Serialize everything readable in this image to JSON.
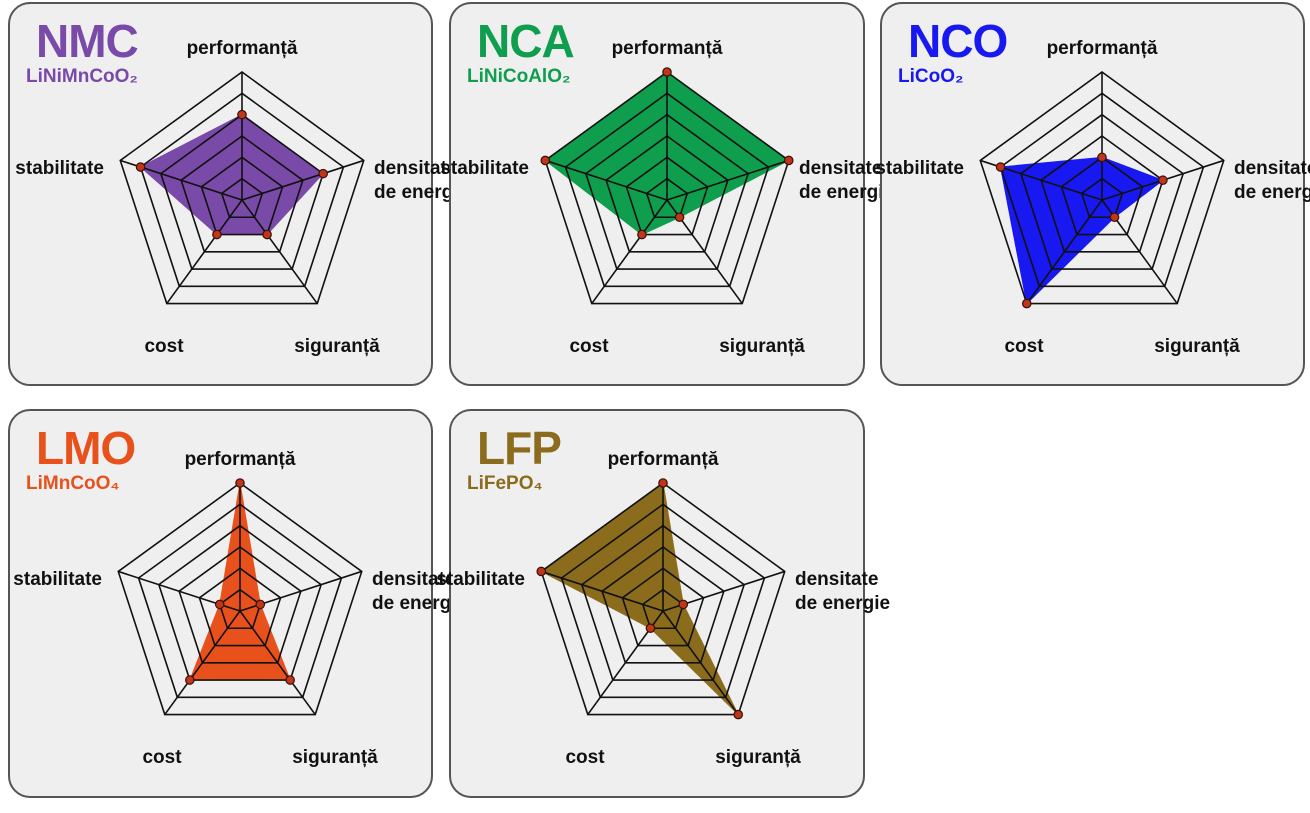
{
  "chart_data": [
    {
      "type": "radar",
      "title": "NMC",
      "subtitle": "LiNiMnCoO₂",
      "color": "#7a4aa8",
      "axes": [
        "performanță",
        "densitate de energie",
        "siguranță",
        "cost",
        "stabilitate"
      ],
      "values": [
        4,
        4,
        2,
        2,
        5
      ],
      "rmax": 6
    },
    {
      "type": "radar",
      "title": "NCA",
      "subtitle": "LiNiCoAlO₂",
      "color": "#0f9d4e",
      "axes": [
        "performanță",
        "densitate de energie",
        "siguranță",
        "cost",
        "stabilitate"
      ],
      "values": [
        6,
        6,
        1,
        2,
        6
      ],
      "rmax": 6
    },
    {
      "type": "radar",
      "title": "NCO",
      "subtitle": "LiCoO₂",
      "color": "#1818f0",
      "axes": [
        "performanță",
        "densitate de energie",
        "siguranță",
        "cost",
        "stabilitate"
      ],
      "values": [
        2,
        3,
        1,
        6,
        5
      ],
      "rmax": 6
    },
    {
      "type": "radar",
      "title": "LMO",
      "subtitle": "LiMnCoO₄",
      "color": "#e8511c",
      "axes": [
        "performanță",
        "densitate de energie",
        "siguranță",
        "cost",
        "stabilitate"
      ],
      "values": [
        6,
        1,
        4,
        4,
        1
      ],
      "rmax": 6
    },
    {
      "type": "radar",
      "title": "LFP",
      "subtitle": "LiFePO₄",
      "color": "#8a6c1c",
      "axes": [
        "performanță",
        "densitate de energie",
        "siguranță",
        "cost",
        "stabilitate"
      ],
      "values": [
        6,
        1,
        6,
        1,
        6
      ],
      "rmax": 6
    }
  ]
}
